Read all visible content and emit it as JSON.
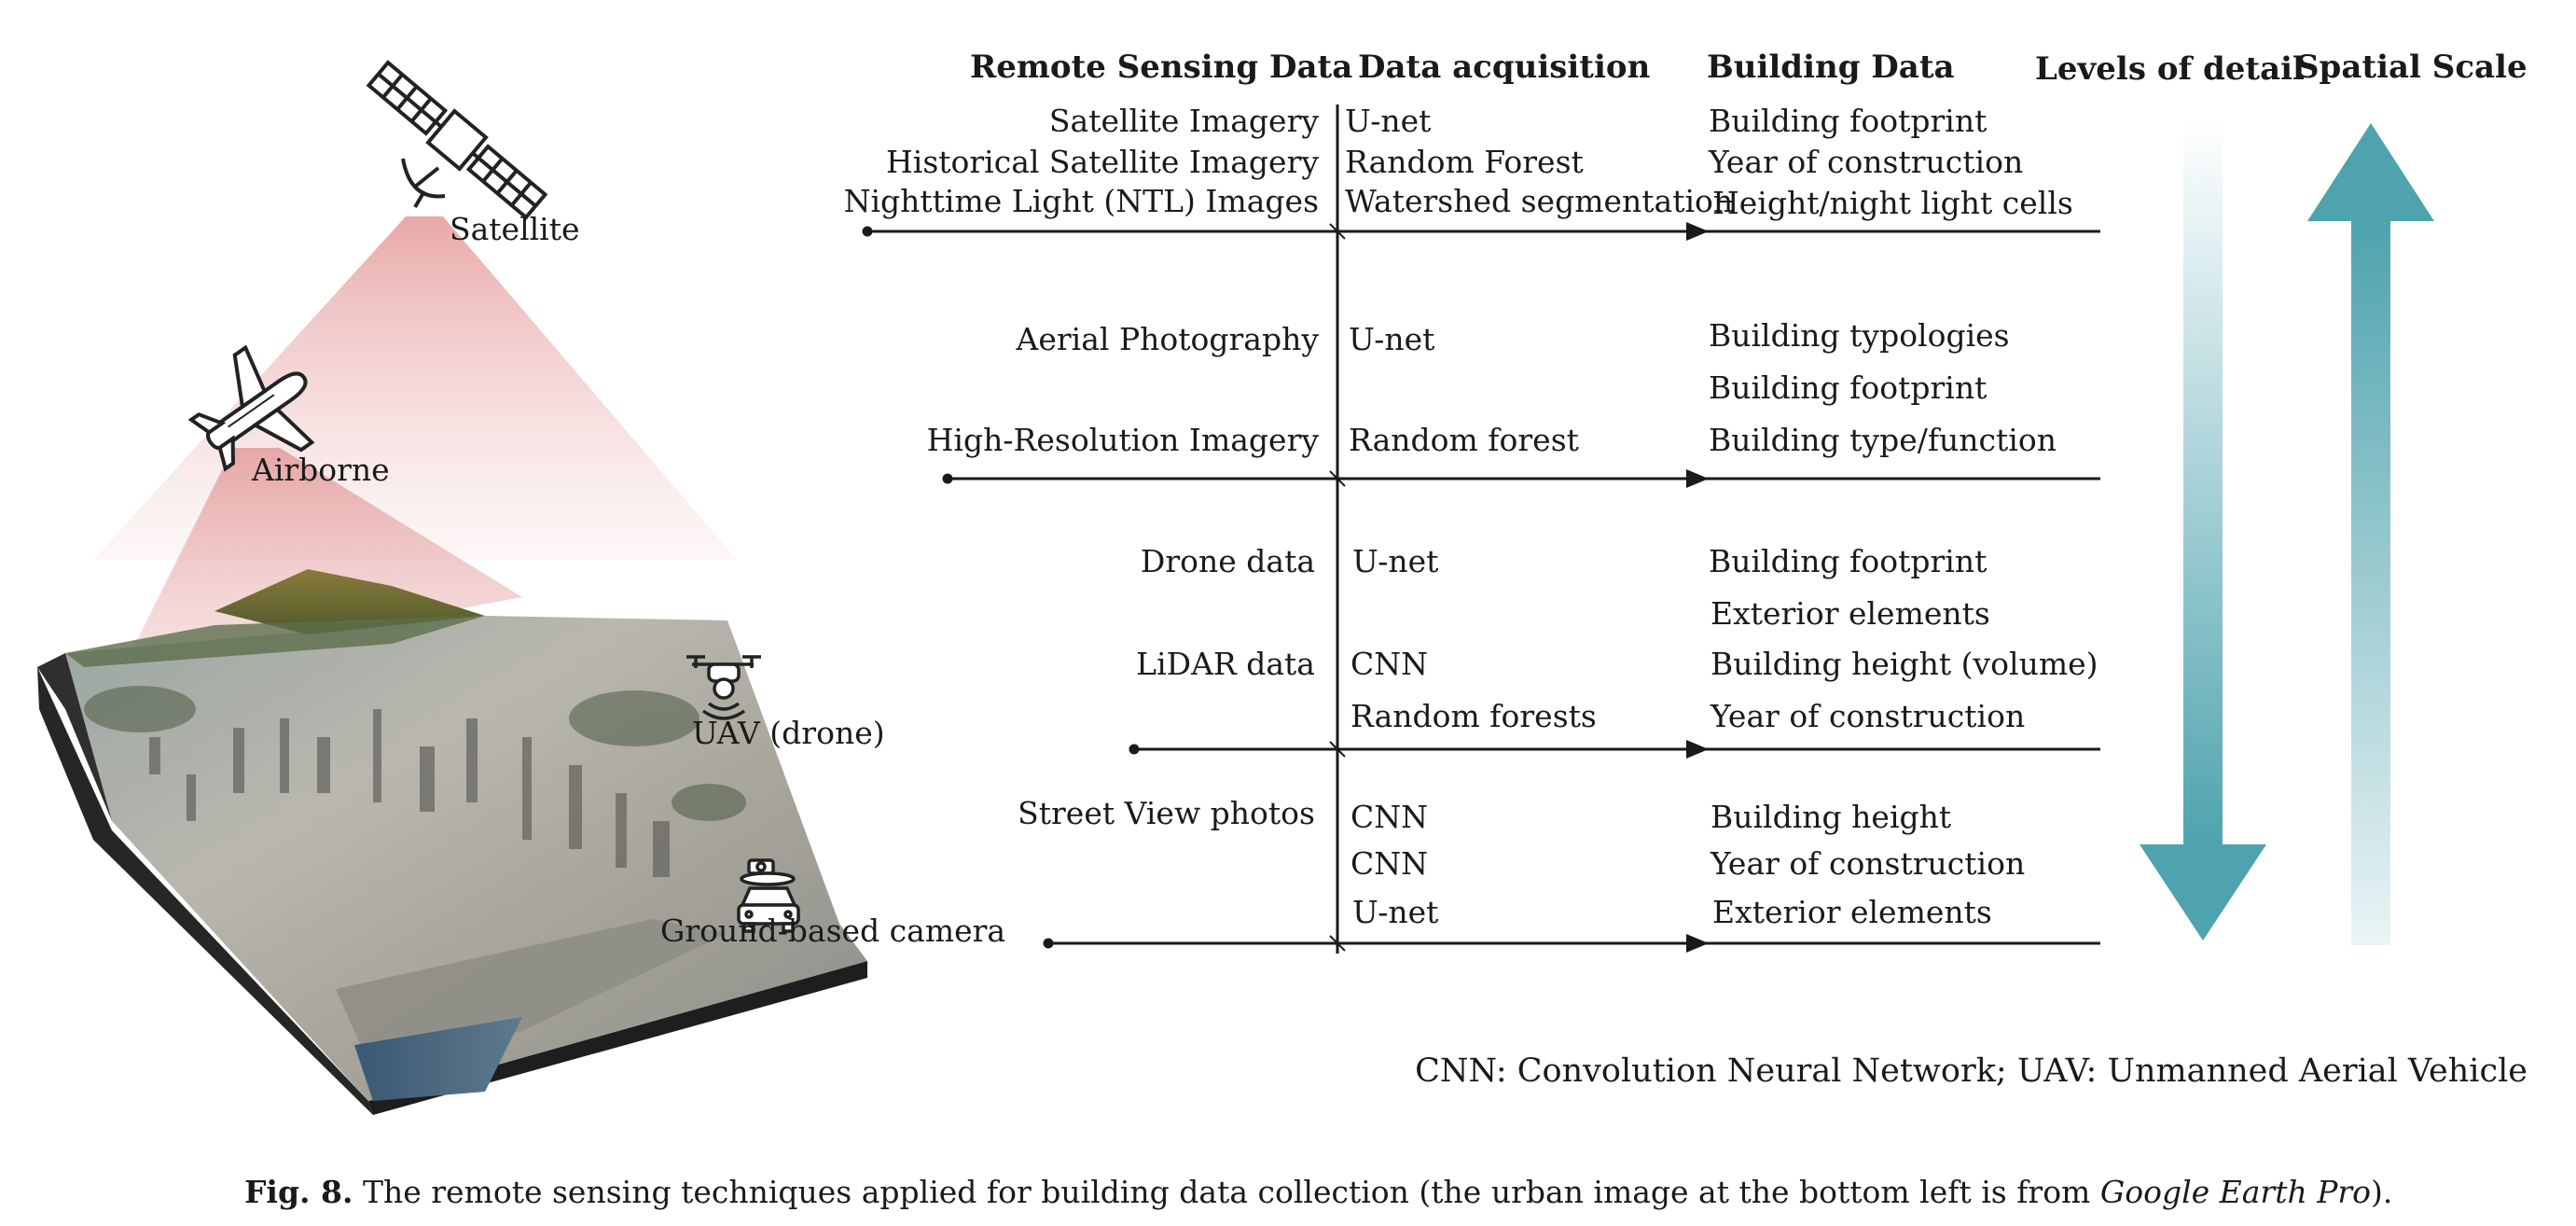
{
  "headers": {
    "remote_sensing": "Remote Sensing Data",
    "acquisition": "Data acquisition",
    "building": "Building Data",
    "lod": "Levels of detail",
    "scale": "Spatial Scale"
  },
  "platforms": {
    "satellite": "Satellite",
    "airborne": "Airborne",
    "uav": "UAV (drone)",
    "ground": "Ground-based camera"
  },
  "groups": [
    {
      "sources": [
        "Satellite Imagery",
        "Historical Satellite Imagery",
        "Nighttime Light (NTL) Images"
      ],
      "methods": [
        "U-net",
        "Random Forest",
        "Watershed segmentation"
      ],
      "outputs": [
        "Building footprint",
        "Year of construction",
        "Height/night light cells"
      ]
    },
    {
      "sources": [
        "Aerial Photography",
        "High-Resolution Imagery"
      ],
      "methods": [
        "U-net",
        "Random forest"
      ],
      "outputs": [
        "Building typologies",
        "Building footprint",
        "Building type/function"
      ]
    },
    {
      "sources": [
        "Drone data",
        "LiDAR data"
      ],
      "methods": [
        "U-net",
        "CNN",
        "Random forests"
      ],
      "outputs": [
        "Building footprint",
        "Exterior elements",
        "Building height (volume)",
        "Year of construction"
      ]
    },
    {
      "sources": [
        "Street View photos"
      ],
      "methods": [
        "CNN",
        "CNN",
        "U-net"
      ],
      "outputs": [
        "Building height",
        "Year of construction",
        "Exterior elements"
      ]
    }
  ],
  "note": "CNN: Convolution Neural Network; UAV: Unmanned Aerial Vehicle",
  "caption": {
    "label": "Fig. 8.",
    "text": "The remote sensing techniques applied for building data collection (the urban image at the bottom left is from",
    "source": "Google Earth Pro",
    "end": ")."
  },
  "colors": {
    "arrow_teal": "#4ea3ae",
    "beam_pink": "#e3a6a6",
    "line": "#1a1a1a"
  }
}
